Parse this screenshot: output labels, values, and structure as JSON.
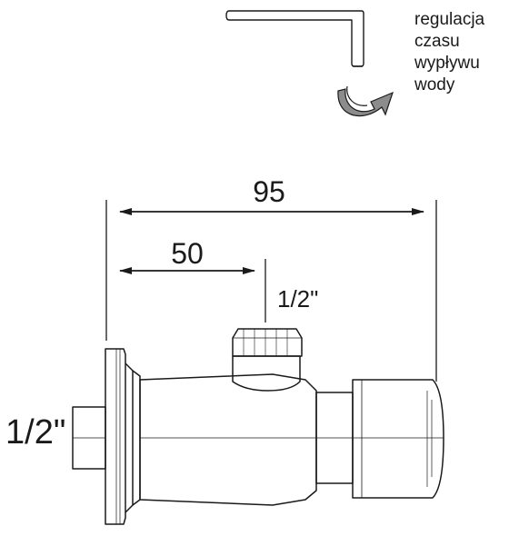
{
  "caption": {
    "lines": [
      "regulacja",
      "czasu",
      "wypływu",
      "wody"
    ]
  },
  "dimensions": {
    "overall_length": "95",
    "inlet_to_outlet": "50",
    "outlet_thread": "1/2\"",
    "inlet_thread": "1/2\""
  },
  "icons": {
    "tool": "allen-key-icon",
    "rotation": "rotate-arrow-icon"
  },
  "colors": {
    "line": "#1a1a1a",
    "arrow_fill": "#8c8c8c"
  }
}
